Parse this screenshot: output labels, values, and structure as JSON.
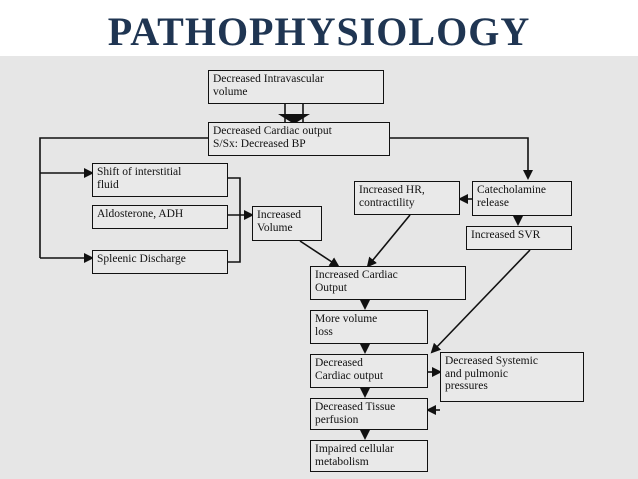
{
  "title": "PATHOPHYSIOLOGY",
  "nodes": {
    "decreased_intravascular_volume": "Decreased Intravascular\nvolume",
    "decreased_cardiac_output_top": "Decreased Cardiac output\nS/Sx: Decreased BP",
    "shift_interstitial_fluid": "Shift of interstitial\nfluid",
    "aldosterone_adh": "Aldosterone, ADH",
    "splenic_discharge": "Spleenic Discharge",
    "increased_volume": "Increased\nVolume",
    "increased_hr": "Increased HR,\ncontractility",
    "catecholamine_release": "Catecholamine\nrelease",
    "increased_svr": "Increased SVR",
    "increased_cardiac_output": "Increased Cardiac\nOutput",
    "more_volume_loss": "More volume\nloss",
    "decreased_cardiac_output_bottom": "Decreased\nCardiac output",
    "decreased_systemic_pressures": "Decreased Systemic\nand pulmonic\npressures",
    "decreased_tissue_perfusion": "Decreased Tissue\nperfusion",
    "impaired_cellular_metabolism": "Impaired cellular\nmetabolism"
  }
}
